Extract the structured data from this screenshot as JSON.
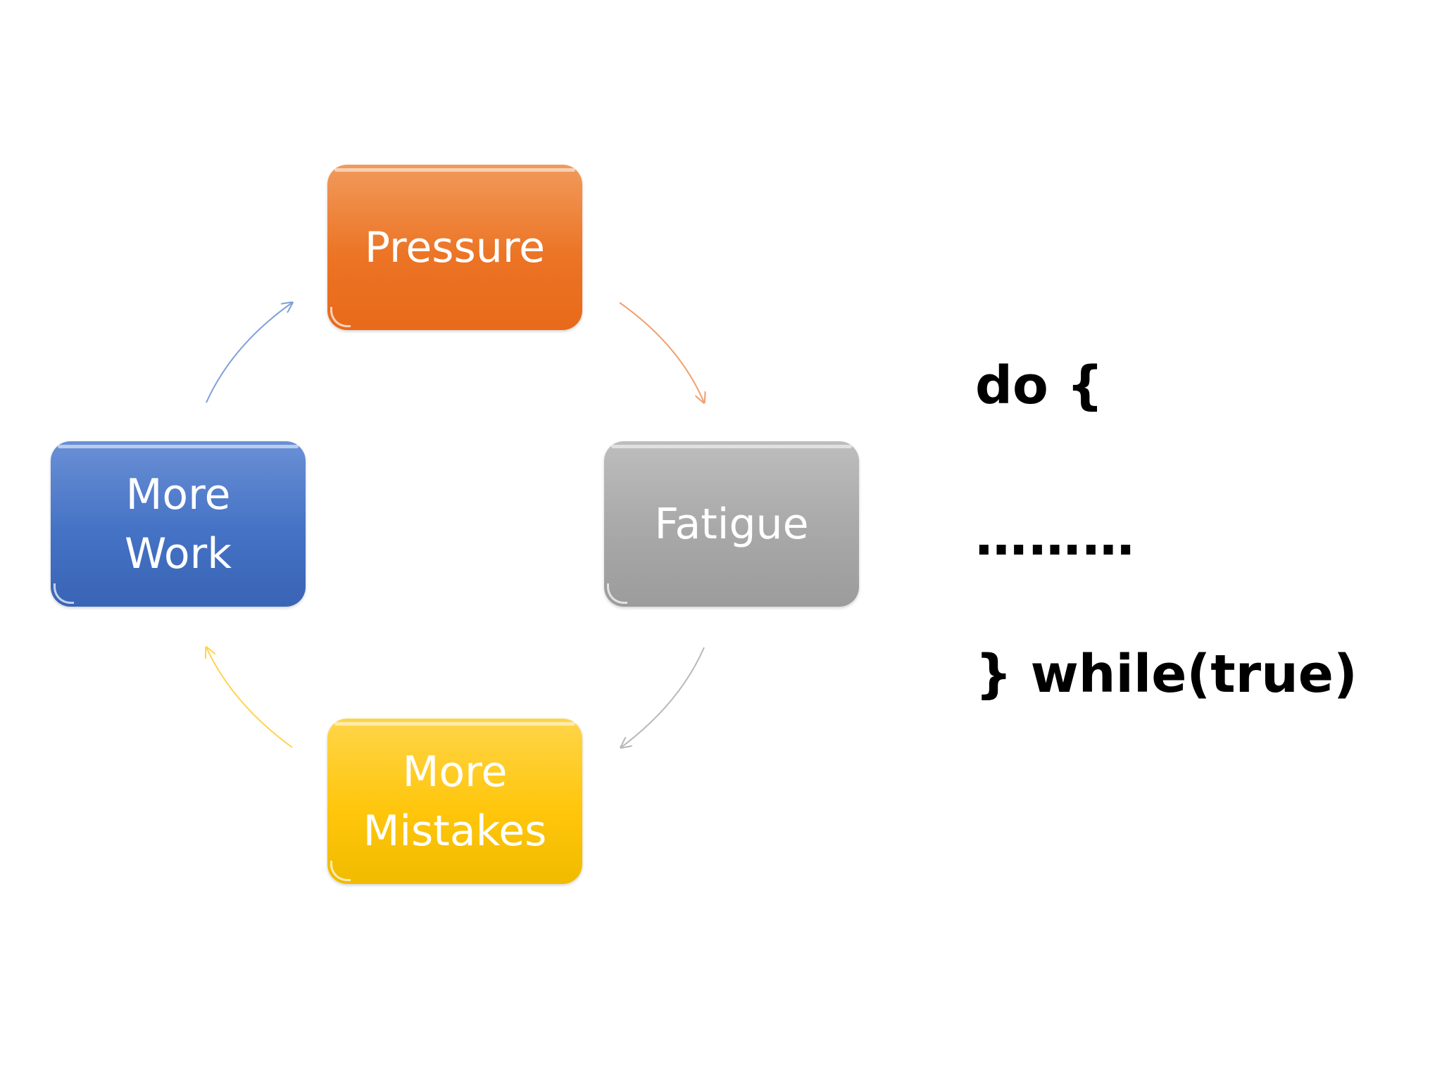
{
  "cycle": {
    "pressure": {
      "label": "Pressure",
      "color": "#ec7425"
    },
    "fatigue": {
      "label": "Fatigue",
      "color": "#a5a5a5"
    },
    "mistakes": {
      "label": "More\nMistakes",
      "color": "#ffc30f"
    },
    "work": {
      "label": "More\nWork",
      "color": "#4472c4"
    },
    "arrow_colors": {
      "pressure_to_fatigue": "#f0a070",
      "fatigue_to_mistakes": "#b8b8b8",
      "mistakes_to_work": "#ffd34d",
      "work_to_pressure": "#7fa0d8"
    }
  },
  "code": {
    "open": "do {",
    "dots": "………",
    "close": "} while(true)"
  }
}
